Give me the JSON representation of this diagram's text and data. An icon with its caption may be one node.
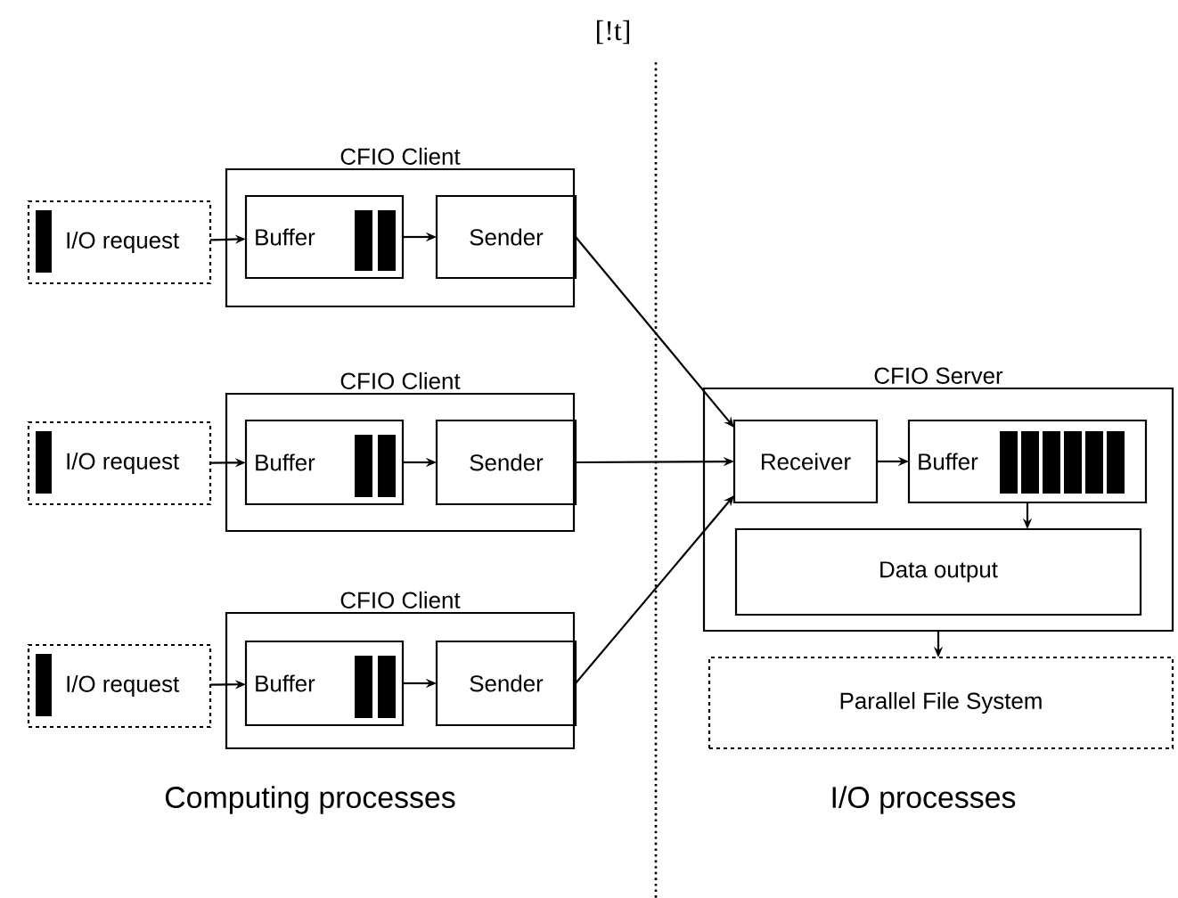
{
  "diagram": {
    "nodes": [
      {
        "text": [
          "CFIO Client"
        ]
      },
      {
        "text": [
          "I/O request"
        ]
      },
      {
        "text": [
          "Buffer"
        ],
        "in": 0
      },
      {
        "text": [
          "Sender"
        ],
        "in": 0
      },
      {
        "text": [
          "CFIO Client"
        ]
      },
      {
        "text": [
          "I/O request"
        ]
      },
      {
        "text": [
          "Buffer"
        ],
        "in": 4
      },
      {
        "text": [
          "Sender"
        ],
        "in": 4
      },
      {
        "text": [
          "CFIO Client"
        ]
      },
      {
        "text": [
          "I/O request"
        ]
      },
      {
        "text": [
          "Buffer"
        ],
        "in": 8
      },
      {
        "text": [
          "Sender"
        ],
        "in": 8
      },
      {
        "text": [
          "CFIO Server"
        ]
      },
      {
        "text": [
          "Receiver"
        ],
        "in": 12
      },
      {
        "text": [
          "Buffer"
        ],
        "in": 12
      },
      {
        "text": [
          "Data output"
        ],
        "in": 12
      },
      {
        "text": [
          "Parallel File System"
        ]
      }
    ],
    "edges": [
      {
        "from": 1,
        "to": 2,
        "arrow": "to"
      },
      {
        "from": 2,
        "to": 3,
        "arrow": "to"
      },
      {
        "from": 5,
        "to": 6,
        "arrow": "to"
      },
      {
        "from": 6,
        "to": 7,
        "arrow": "to"
      },
      {
        "from": 9,
        "to": 10,
        "arrow": "to"
      },
      {
        "from": 10,
        "to": 11,
        "arrow": "to"
      },
      {
        "from": 3,
        "to": 13,
        "arrow": "to"
      },
      {
        "from": 7,
        "to": 13,
        "arrow": "to"
      },
      {
        "from": 11,
        "to": 13,
        "arrow": "to"
      },
      {
        "from": 13,
        "to": 14,
        "arrow": "to"
      },
      {
        "from": 14,
        "to": 15,
        "arrow": "to"
      },
      {
        "from": 12,
        "to": 16,
        "arrow": "to"
      }
    ],
    "labels": [
      "[!t]",
      "Computing processes",
      "I/O processes"
    ]
  }
}
